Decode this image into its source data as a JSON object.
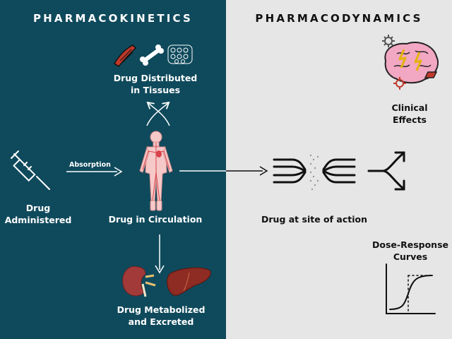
{
  "pharmacokinetics": {
    "heading": "PHARMACOKINETICS",
    "drug_administered": "Drug\nAdministered",
    "absorption": "Absorption",
    "drug_in_circulation": "Drug in Circulation",
    "drug_distributed": "Drug Distributed\nin Tissues",
    "drug_metabolized": "Drug Metabolized\nand Excreted"
  },
  "pharmacodynamics": {
    "heading": "PHARMACODYNAMICS",
    "clinical_effects": "Clinical\nEffects",
    "drug_at_site": "Drug at site of action",
    "dose_response": "Dose-Response\nCurves"
  },
  "colors": {
    "left_background": "#0f4a5c",
    "right_background": "#e6e6e6",
    "circulation_red": "#d9434b",
    "brain_pink": "#f2a7c2"
  }
}
